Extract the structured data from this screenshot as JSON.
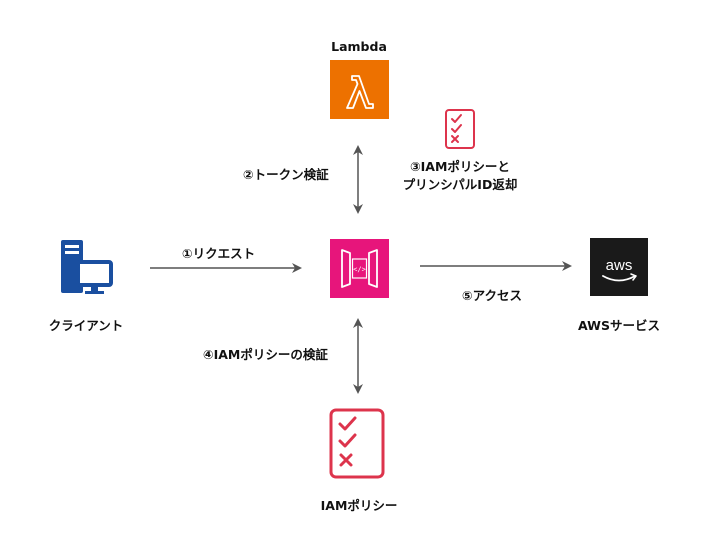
{
  "nodes": {
    "lambda": {
      "label": "Lambda",
      "color": "#ED7100"
    },
    "client": {
      "label": "クライアント",
      "color": "#1A4FA0"
    },
    "api_gateway": {
      "color": "#E7157B"
    },
    "aws_service": {
      "label": "AWSサービス",
      "logo_text": "aws",
      "color": "#1A1A1A"
    },
    "iam_policy": {
      "label": "IAMポリシー",
      "color": "#DD344C"
    },
    "iam_small": {
      "color": "#DD344C"
    }
  },
  "edges": {
    "request": {
      "label": "①リクエスト"
    },
    "token_verify": {
      "label": "②トークン検証"
    },
    "return_policy": {
      "line1": "③IAMポリシーと",
      "line2": "プリンシパルID返却"
    },
    "policy_verify": {
      "label": "④IAMポリシーの検証"
    },
    "access": {
      "label": "⑤アクセス"
    }
  },
  "colors": {
    "arrow": "#545454"
  }
}
